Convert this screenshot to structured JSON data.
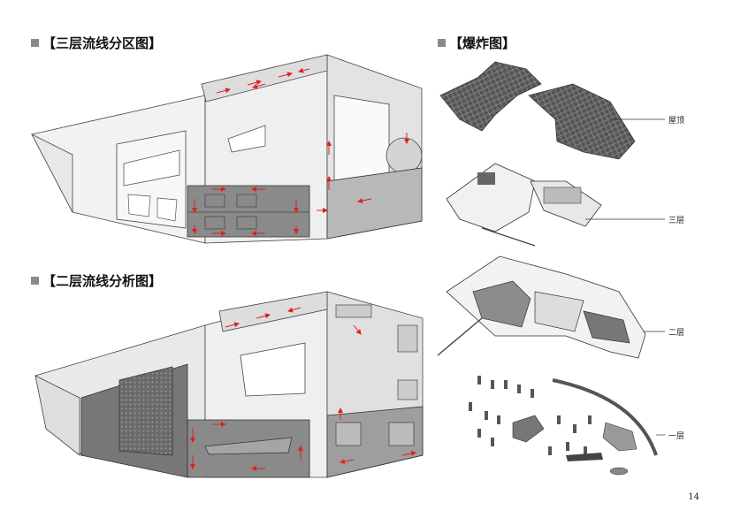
{
  "titles": {
    "third_floor": "【三层流线分区图】",
    "explosion": "【爆炸图】",
    "second_floor": "【二层流线分析图】"
  },
  "explosion_labels": {
    "roof": "屋顶",
    "floor3": "三层",
    "floor2": "二层",
    "floor1": "一层"
  },
  "page_number": "14",
  "colors": {
    "flow_arrow": "#e02020",
    "zone_dark": "#7d7d7d",
    "wall": "#e6e6e6",
    "outline": "#333333"
  }
}
